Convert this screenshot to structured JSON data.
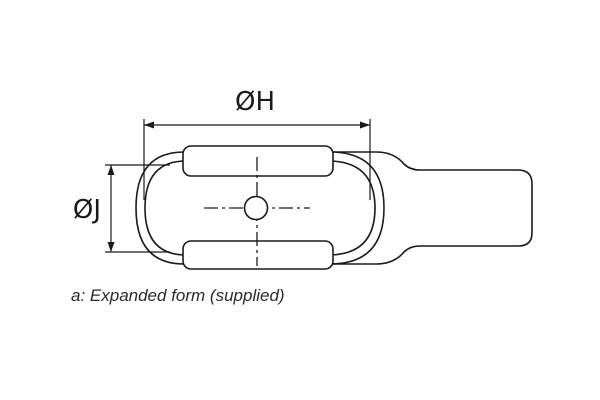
{
  "diagram": {
    "dimension_width_label": "ØH",
    "dimension_height_label": "ØJ",
    "caption": "a: Expanded form (supplied)"
  }
}
